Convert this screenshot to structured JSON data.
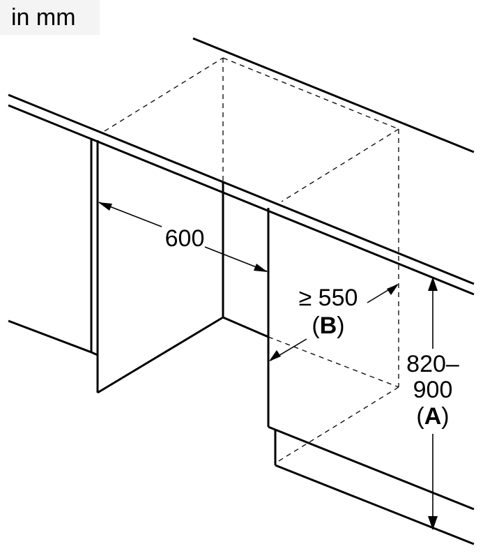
{
  "unit": "in mm",
  "dimensions": {
    "width": {
      "value": "600"
    },
    "depth": {
      "value": "≥ 550",
      "tag_open": "(",
      "tag": "B",
      "tag_close": ")"
    },
    "height": {
      "line1": "820–",
      "line2": "900",
      "tag_open": "(",
      "tag": "A",
      "tag_close": ")"
    }
  }
}
